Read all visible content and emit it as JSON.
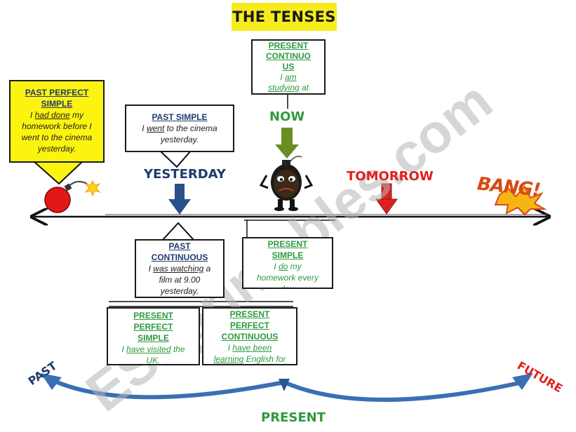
{
  "title": "THE TENSES",
  "labels": {
    "now": "NOW",
    "yesterday": "YESTERDAY",
    "tomorrow": "TOMORROW",
    "bang": "BANG!",
    "past": "PAST",
    "future": "FUTURE",
    "present": "PRESENT"
  },
  "boxes": {
    "past_perfect_simple": {
      "heading": "PAST PERFECT SIMPLE",
      "pre": "I ",
      "verb": "had done",
      "post": " my homework before I went to the cinema yesterday."
    },
    "past_simple": {
      "heading": "PAST SIMPLE",
      "pre": "I ",
      "verb": "went",
      "post": " to the cinema yesterday."
    },
    "present_continuous": {
      "heading": "PRESENT CONTINUOUS",
      "pre": "I ",
      "verb": "am studying",
      "post": " at the moment."
    },
    "past_continuous": {
      "heading": "PAST CONTINUOUS",
      "pre": "I ",
      "verb": "was watching",
      "post": " a film at 9.00 yesterday."
    },
    "present_simple": {
      "heading": "PRESENT SIMPLE",
      "pre": "I ",
      "verb": "do",
      "post": " my homework every day."
    },
    "present_perfect_simple": {
      "heading": "PRESENT PERFECT SIMPLE",
      "pre": "I ",
      "verb": "have visited",
      "post": " the UK."
    },
    "present_perfect_continuous": {
      "heading": "PRESENT PERFECT CONTINUOUS",
      "pre": "I ",
      "verb": "have been learning",
      "post": " English for five years."
    }
  },
  "watermark": "ESLprintables.com",
  "colors": {
    "title_bg": "#f6ec1c",
    "ppsimple_bg": "#fdf311",
    "navy": "#1f3b70",
    "green": "#2e9a3f",
    "red": "#e02020",
    "arrow_blue": "#2b4f8a",
    "arrow_green": "#6b8e23",
    "arc_blue": "#3a6fb5"
  }
}
